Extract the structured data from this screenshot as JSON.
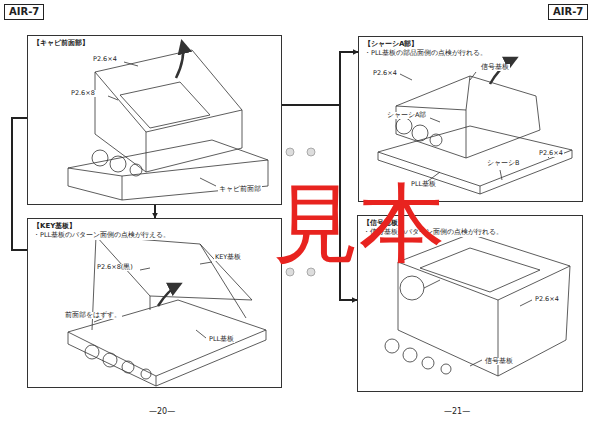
{
  "diagram": {
    "nodes": [
      {
        "text": [
          "【キャビ前面部】"
        ]
      },
      {
        "text": [
          "【シャーシA部】",
          "・PLL基板の部品面側の点検が行れる。"
        ]
      },
      {
        "text": [
          "【KEY基板】",
          "・PLL基板のパターン面側の点検が行える。"
        ]
      },
      {
        "text": [
          "【信号基板】",
          "・信号基板のパターン面側の点検が行れる。"
        ]
      }
    ],
    "edges": [
      {
        "from": 0,
        "to": 1,
        "arrow": "to"
      },
      {
        "from": 0,
        "to": 3,
        "arrow": "to"
      },
      {
        "from": 0,
        "to": 2,
        "arrow": "to"
      },
      {
        "from": 0,
        "to": 2,
        "arrow": "none"
      }
    ],
    "labels": [
      "AIR-7",
      "AIR-7",
      "—20—",
      "—21—",
      "見本",
      "P2.6×4",
      "P2.6×8",
      "キャビ前面部",
      "P2.6×4",
      "信号基板",
      "シャーシA部",
      "PLL基板",
      "シャーシB",
      "P2.6×4",
      "KEY基板",
      "P2.6×8(黒)",
      "前面部をはずす。",
      "PLL基板",
      "P2.6×4",
      "信号基板"
    ]
  }
}
